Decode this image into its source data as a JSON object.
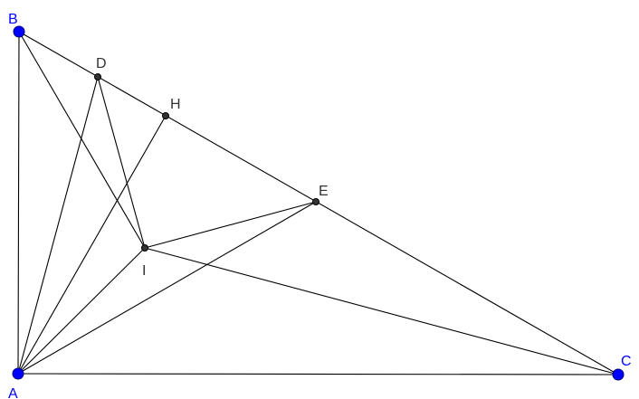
{
  "colors": {
    "free_point": "#0000ff",
    "dependent_point": "#333333",
    "free_label": "#0000ff",
    "dependent_label": "#333333",
    "segment": "#000000"
  },
  "points": [
    {
      "id": "A",
      "label": "A",
      "kind": "free"
    },
    {
      "id": "B",
      "label": "B",
      "kind": "free"
    },
    {
      "id": "C",
      "label": "C",
      "kind": "free"
    },
    {
      "id": "D",
      "label": "D",
      "kind": "dependent"
    },
    {
      "id": "H",
      "label": "H",
      "kind": "dependent"
    },
    {
      "id": "E",
      "label": "E",
      "kind": "dependent"
    },
    {
      "id": "I",
      "label": "I",
      "kind": "dependent"
    }
  ],
  "segments": [
    [
      "A",
      "B"
    ],
    [
      "A",
      "C"
    ],
    [
      "B",
      "C"
    ],
    [
      "A",
      "D"
    ],
    [
      "A",
      "H"
    ],
    [
      "A",
      "E"
    ],
    [
      "A",
      "I"
    ],
    [
      "B",
      "I"
    ],
    [
      "D",
      "I"
    ],
    [
      "I",
      "E"
    ],
    [
      "I",
      "C"
    ]
  ]
}
